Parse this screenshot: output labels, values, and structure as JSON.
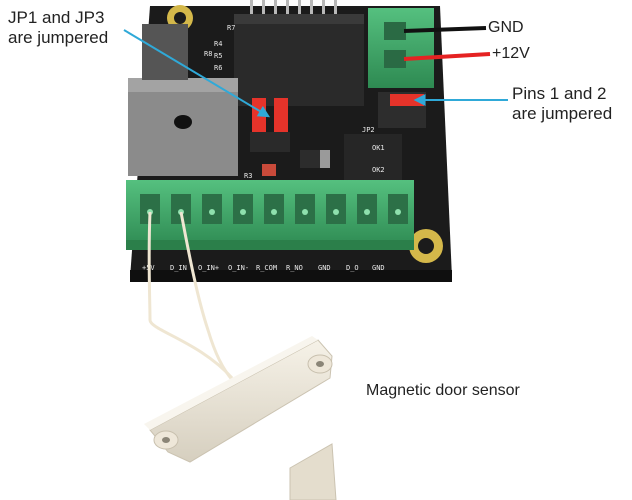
{
  "labels": {
    "jumpers_jp": [
      "JP1 and JP3",
      "are jumpered"
    ],
    "gnd": "GND",
    "plus12v": "+12V",
    "pins": [
      "Pins 1 and 2",
      "are jumpered"
    ],
    "sensor": "Magnetic door sensor"
  },
  "silkscreen": {
    "pins": [
      "+5V",
      "D_IN",
      "O_IN+",
      "O_IN-",
      "R_COM",
      "R_NO",
      "GND",
      "D_O",
      "GND"
    ],
    "refs": [
      "R7",
      "R4",
      "R5",
      "R6",
      "R8",
      "R3",
      "JP2",
      "OK1",
      "OK2"
    ]
  },
  "colors": {
    "board": "#1b1b1b",
    "terminal": "#3faa6a",
    "jumper": "#e5332a",
    "wire_red": "#e52222",
    "arrow": "#2fa9d8",
    "sensor": "#ece6d8"
  }
}
